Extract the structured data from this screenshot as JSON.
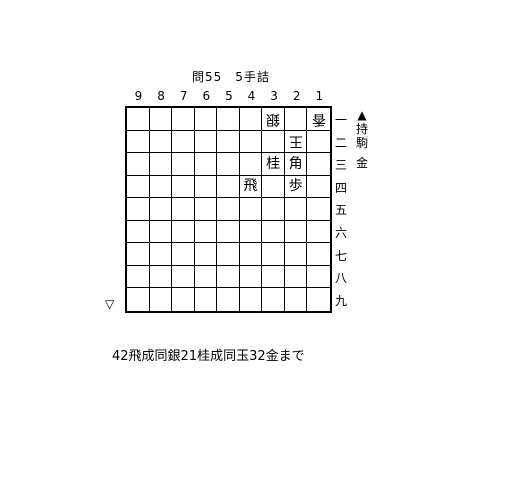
{
  "title": "問55　5手詰",
  "column_numbers": [
    "9",
    "8",
    "7",
    "6",
    "5",
    "4",
    "3",
    "2",
    "1"
  ],
  "row_numbers": [
    "一",
    "二",
    "三",
    "四",
    "五",
    "六",
    "七",
    "八",
    "九"
  ],
  "board": [
    [
      "",
      "",
      "",
      "",
      "",
      "",
      "v銀",
      "",
      "v香"
    ],
    [
      "",
      "",
      "",
      "",
      "",
      "",
      "",
      "v王",
      ""
    ],
    [
      "",
      "",
      "",
      "",
      "",
      "",
      "桂",
      "角",
      ""
    ],
    [
      "",
      "",
      "",
      "",
      "",
      "飛",
      "",
      "歩",
      ""
    ],
    [
      "",
      "",
      "",
      "",
      "",
      "",
      "",
      "",
      ""
    ],
    [
      "",
      "",
      "",
      "",
      "",
      "",
      "",
      "",
      ""
    ],
    [
      "",
      "",
      "",
      "",
      "",
      "",
      "",
      "",
      ""
    ],
    [
      "",
      "",
      "",
      "",
      "",
      "",
      "",
      "",
      ""
    ],
    [
      "",
      "",
      "",
      "",
      "",
      "",
      "",
      "",
      ""
    ]
  ],
  "sente_hand": {
    "mark": "▲",
    "label": "持駒",
    "pieces": "金"
  },
  "gote_hand": {
    "mark": "▽"
  },
  "solution": "42飛成同銀21桂成同玉32金まで"
}
